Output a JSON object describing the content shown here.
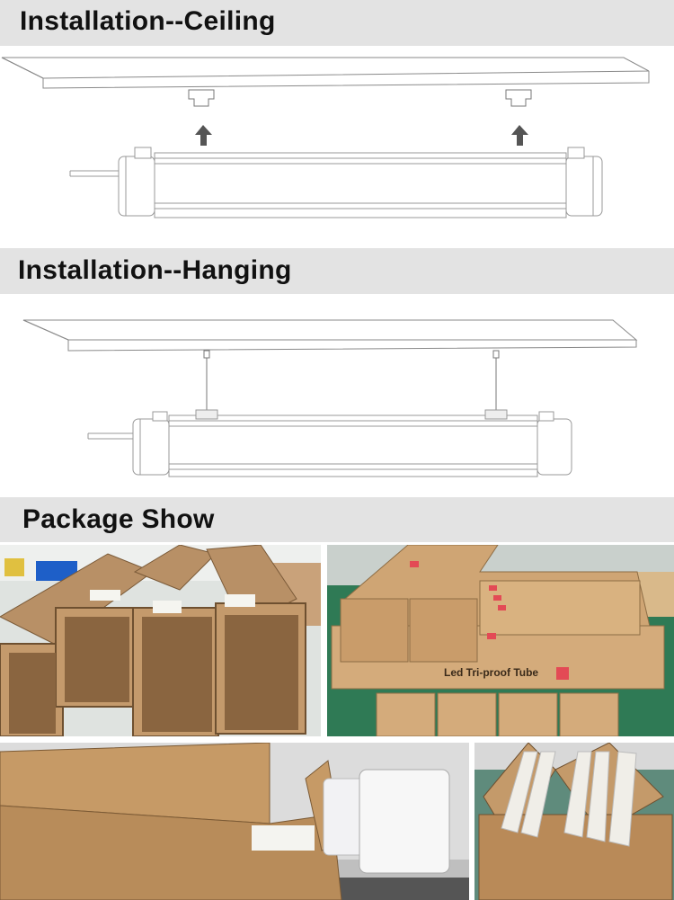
{
  "sections": {
    "ceiling": {
      "title": "Installation--Ceiling"
    },
    "hanging": {
      "title": "Installation--Hanging"
    },
    "package": {
      "title": "Package Show"
    }
  },
  "photos": {
    "stacked_boxes": {
      "box_label": "Led Tri-proof Tube"
    }
  }
}
